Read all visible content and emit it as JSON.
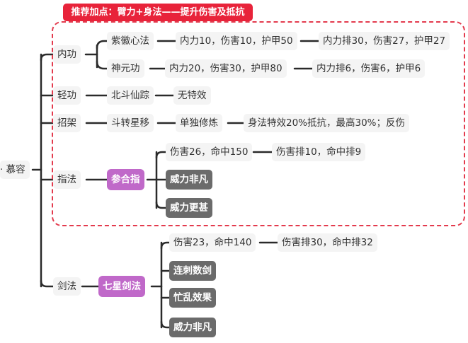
{
  "banner": "推荐加点：臂力+身法——提升伤害及抵抗",
  "root": "慕容",
  "branches": {
    "neigong": {
      "label": "内功",
      "children": [
        {
          "label": "紫徽心法",
          "stats": "内力10，伤害10，护甲50",
          "rank": "内力排30，伤害27，护甲27"
        },
        {
          "label": "神元功",
          "stats": "内力20，伤害30，护甲80",
          "rank": "内力排6，伤害6，护甲6"
        }
      ]
    },
    "qinggong": {
      "label": "轻功",
      "skill": "北斗仙踪",
      "effect": "无特效"
    },
    "zhaojia": {
      "label": "招架",
      "skill": "斗转星移",
      "mode": "单独修炼",
      "effect": "身法特效20%抵抗，最高30%；反伤"
    },
    "zhifa": {
      "label": "指法",
      "skill": "参合指",
      "stats": "伤害26，命中150",
      "rank": "伤害排10，命中排9",
      "traits": [
        "威力非凡",
        "威力更甚"
      ]
    },
    "jianfa": {
      "label": "剑法",
      "skill": "七星剑法",
      "stats": "伤害23，命中140",
      "rank": "伤害排30，命中排32",
      "traits": [
        "连刺数剑",
        "忙乱效果",
        "威力非凡"
      ]
    }
  }
}
